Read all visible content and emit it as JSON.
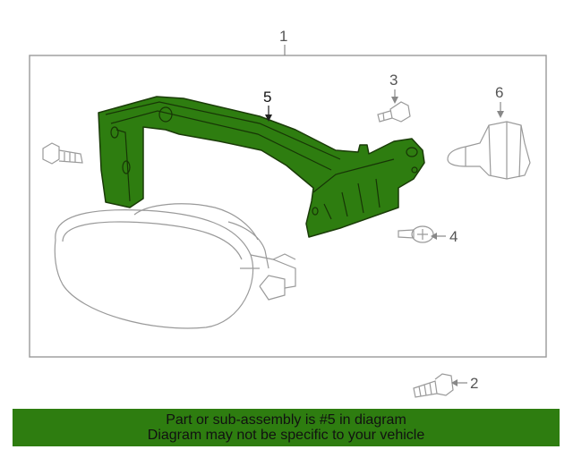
{
  "diagram": {
    "callouts": [
      {
        "id": "1",
        "label": "1"
      },
      {
        "id": "2",
        "label": "2"
      },
      {
        "id": "3",
        "label": "3"
      },
      {
        "id": "4",
        "label": "4"
      },
      {
        "id": "5",
        "label": "5"
      },
      {
        "id": "6",
        "label": "6"
      }
    ],
    "highlighted_part": "5"
  },
  "banner": {
    "line1": "Part or sub-assembly is #5 in diagram",
    "line2": "Diagram may not be specific to your vehicle"
  },
  "colors": {
    "highlight": "#2e7d10",
    "banner_bg": "#2e7d10",
    "line": "#888888"
  }
}
